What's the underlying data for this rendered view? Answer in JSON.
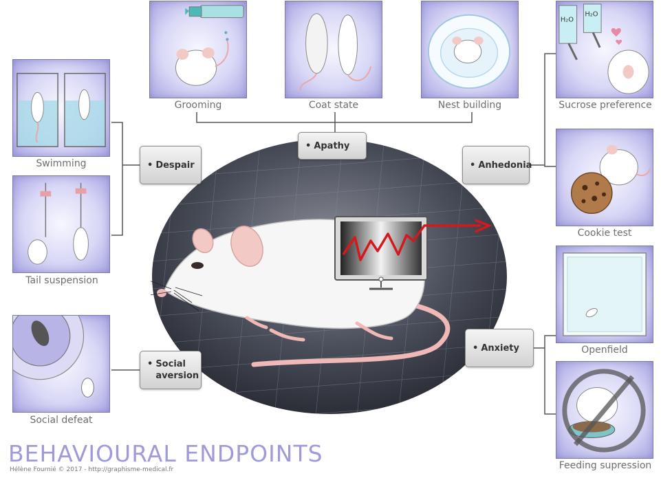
{
  "title": "BEHAVIOURAL ENDPOINTS",
  "credit": "Hélène Fournié © 2017 - http://graphisme-medical.fr",
  "categories": {
    "despair": {
      "bullet": "•",
      "label": "Despair"
    },
    "apathy": {
      "bullet": "•",
      "label": "Apathy"
    },
    "anhedonia": {
      "bullet": "•",
      "label": "Anhedonia"
    },
    "social_aversion": {
      "bullet": "•",
      "line1": "Social",
      "line2": "aversion"
    },
    "anxiety": {
      "bullet": "•",
      "label": "Anxiety"
    }
  },
  "tests": {
    "swimming": "Swimming",
    "tail_suspension": "Tail suspension",
    "social_defeat": "Social defeat",
    "grooming": "Grooming",
    "coat_state": "Coat state",
    "nest_building": "Nest building",
    "sucrose_preference": "Sucrose preference",
    "cookie_test": "Cookie test",
    "openfield": "Openfield",
    "feeding_supression": "Feeding supression"
  },
  "bottle_labels": {
    "water": "H₂O",
    "sucrose": "H₂O"
  },
  "colors": {
    "tile_border": "#7a7aa8",
    "title": "#9e9adb",
    "trend_line": "#d4191e",
    "mat": "#3a3e4a"
  }
}
